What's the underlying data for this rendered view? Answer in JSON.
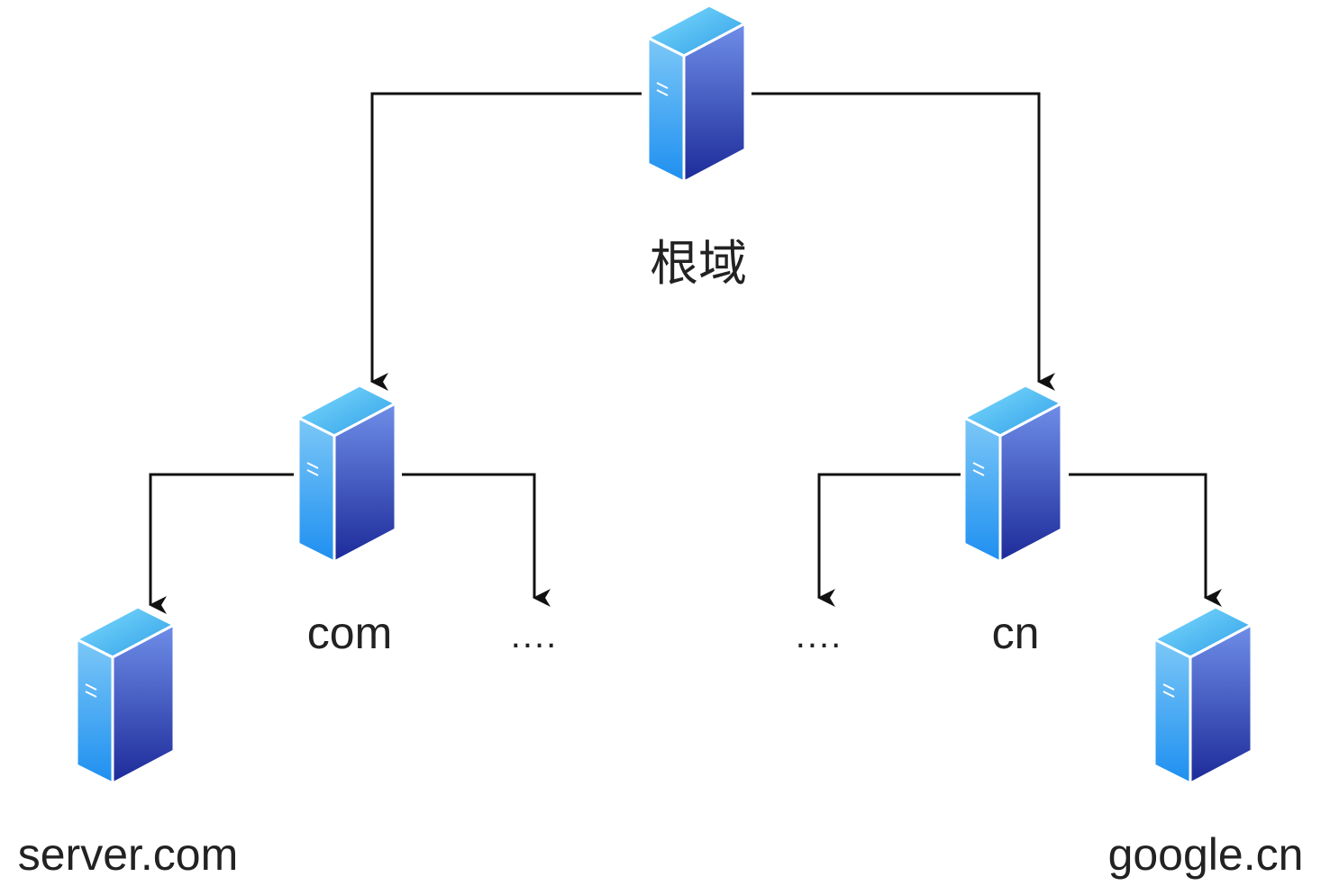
{
  "servers": [
    {
      "id": "root",
      "label": "根域",
      "icon": "server-icon"
    },
    {
      "id": "com",
      "label": "com",
      "icon": "server-icon"
    },
    {
      "id": "cn",
      "label": "cn",
      "icon": "server-icon"
    },
    {
      "id": "server_com",
      "label": "server.com",
      "icon": "server-icon"
    },
    {
      "id": "google_cn",
      "label": "google.cn",
      "icon": "server-icon"
    }
  ],
  "placeholders": {
    "com_more": "....",
    "cn_more": "...."
  },
  "edges": [
    {
      "from": "root",
      "to": "com"
    },
    {
      "from": "root",
      "to": "cn"
    },
    {
      "from": "com",
      "to": "server_com"
    },
    {
      "from": "com",
      "to": "com_more"
    },
    {
      "from": "cn",
      "to": "cn_more"
    },
    {
      "from": "cn",
      "to": "google_cn"
    }
  ],
  "colors": {
    "server_top": "#54c8f7",
    "server_front": "#4a9ce8",
    "server_side_light": "#6a86e6",
    "server_side_dark": "#1f2f9e",
    "edge": "#111111"
  }
}
